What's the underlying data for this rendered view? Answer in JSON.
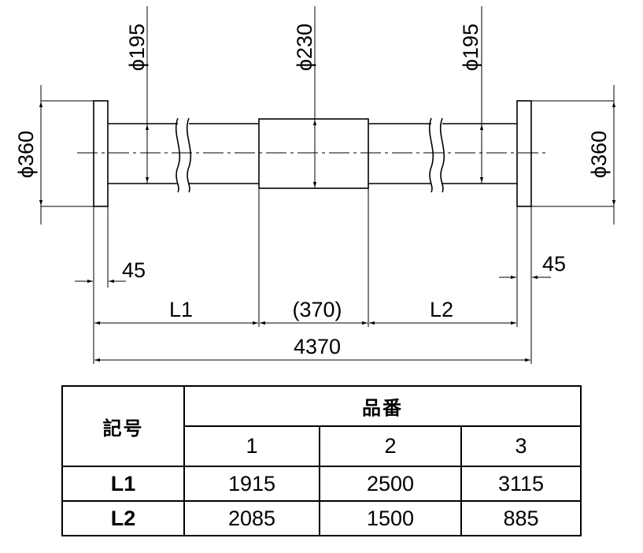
{
  "drawing": {
    "dims": {
      "flange_left": "ϕ360",
      "flange_right": "ϕ360",
      "pipe_left": "ϕ195",
      "pipe_right": "ϕ195",
      "center": "ϕ230",
      "flange_thk_left": "45",
      "flange_thk_right": "45",
      "l1": "L1",
      "middle": "(370)",
      "l2": "L2",
      "overall": "4370"
    }
  },
  "table": {
    "header_symbol": "記号",
    "header_part": "品番",
    "part_numbers": [
      "1",
      "2",
      "3"
    ],
    "rows": [
      {
        "label": "L1",
        "values": [
          "1915",
          "2500",
          "3115"
        ]
      },
      {
        "label": "L2",
        "values": [
          "2085",
          "1500",
          "885"
        ]
      }
    ]
  }
}
